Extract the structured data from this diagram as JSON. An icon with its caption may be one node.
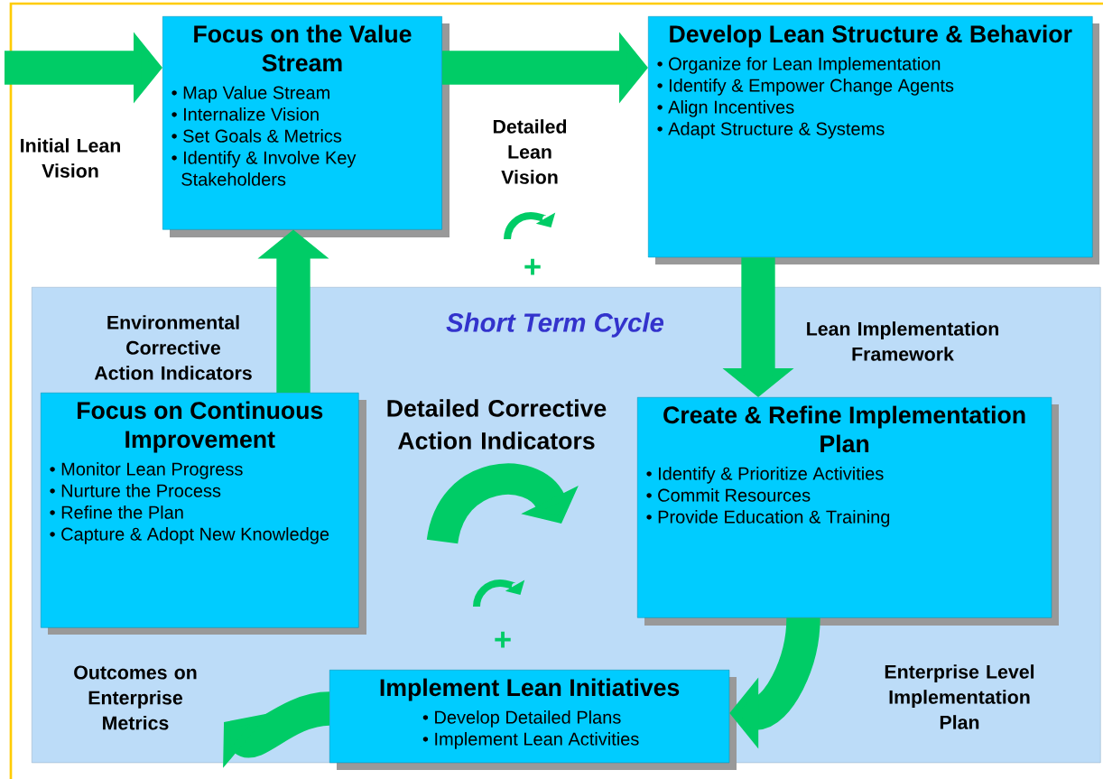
{
  "diagram": {
    "nodes": [
      {
        "text": [
          "Focus on the Value Stream",
          "• Map Value Stream",
          "• Internalize Vision",
          "• Set Goals & Metrics",
          "• Identify & Involve Key Stakeholders"
        ]
      },
      {
        "text": [
          "Develop Lean Structure & Behavior",
          "• Organize for Lean Implementation",
          "• Identify & Empower Change Agents",
          "• Align Incentives",
          "• Adapt Structure & Systems"
        ]
      },
      {
        "text": [
          "Short Term Cycle"
        ]
      },
      {
        "text": [
          "Focus on Continuous Improvement",
          "• Monitor Lean Progress",
          "• Nurture the Process",
          "• Refine the Plan",
          "• Capture & Adopt New Knowledge"
        ],
        "in": 2
      },
      {
        "text": [
          "Create & Refine Implementation Plan",
          "• Identify & Prioritize Activities",
          "• Commit Resources",
          "• Provide Education & Training"
        ],
        "in": 2
      },
      {
        "text": [
          "Implement Lean Initiatives",
          "• Develop Detailed Plans",
          "• Implement Lean Activities"
        ],
        "in": 2
      }
    ],
    "edges": [
      {
        "from": null,
        "to": 0,
        "arrow": "to",
        "label": "Initial Lean Vision"
      },
      {
        "from": 0,
        "to": 1,
        "arrow": "to",
        "label": "Detailed Lean Vision"
      },
      {
        "from": 1,
        "to": 4,
        "arrow": "to",
        "label": "Lean Implementation Framework"
      },
      {
        "from": 3,
        "to": 0,
        "arrow": "to",
        "label": "Environmental Corrective Action Indicators"
      },
      {
        "from": 4,
        "to": 5,
        "arrow": "to",
        "label": "Enterprise Level Implementation Plan"
      },
      {
        "from": 5,
        "to": null,
        "arrow": "to",
        "label": "Outcomes on Enterprise Metrics"
      }
    ],
    "labels": [
      "Detailed Corrective Action Indicators",
      "+",
      "+"
    ]
  }
}
